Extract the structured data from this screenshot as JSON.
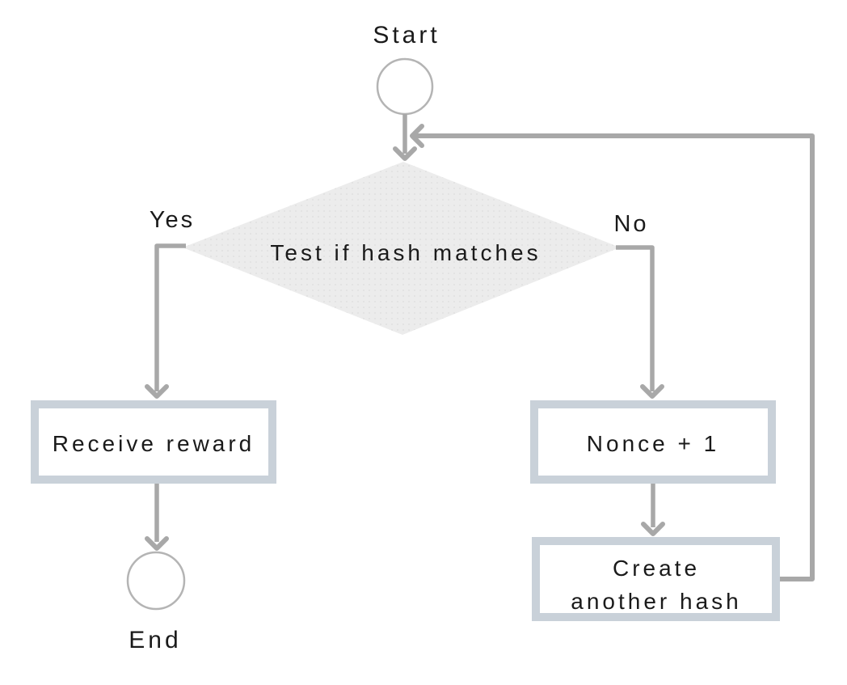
{
  "flowchart": {
    "type": "flowchart",
    "labels": {
      "start": "Start",
      "decision": "Test if hash matches",
      "yes_branch": "Yes",
      "no_branch": "No",
      "receive_reward": "Receive reward",
      "nonce_increment": "Nonce + 1",
      "create_hash_line1": "Create",
      "create_hash_line2": "another hash",
      "end": "End"
    },
    "nodes": [
      {
        "id": "start",
        "type": "terminator",
        "label": "Start"
      },
      {
        "id": "test-hash",
        "type": "decision",
        "label": "Test if hash matches"
      },
      {
        "id": "receive-reward",
        "type": "process",
        "label": "Receive reward"
      },
      {
        "id": "nonce-plus-1",
        "type": "process",
        "label": "Nonce + 1"
      },
      {
        "id": "create-another-hash",
        "type": "process",
        "label": "Create another hash"
      },
      {
        "id": "end",
        "type": "terminator",
        "label": "End"
      }
    ],
    "edges": [
      {
        "from": "start",
        "to": "test-hash",
        "label": ""
      },
      {
        "from": "test-hash",
        "to": "receive-reward",
        "label": "Yes"
      },
      {
        "from": "receive-reward",
        "to": "end",
        "label": ""
      },
      {
        "from": "test-hash",
        "to": "nonce-plus-1",
        "label": "No"
      },
      {
        "from": "nonce-plus-1",
        "to": "create-another-hash",
        "label": ""
      },
      {
        "from": "create-another-hash",
        "to": "test-hash",
        "label": ""
      }
    ],
    "colors": {
      "connector": "#a8a8a8",
      "terminator_stroke": "#b4b4b4",
      "decision_fill": "#ececec",
      "process_border": "#c9d1d9",
      "text": "#1a1a1a",
      "background": "#ffffff"
    }
  }
}
